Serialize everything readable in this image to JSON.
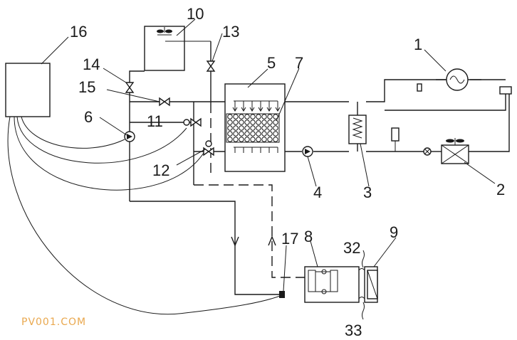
{
  "labels": {
    "l1": "1",
    "l2": "2",
    "l3": "3",
    "l4": "4",
    "l5": "5",
    "l6": "6",
    "l7": "7",
    "l8": "8",
    "l9": "9",
    "l10": "10",
    "l11": "11",
    "l12": "12",
    "l13": "13",
    "l14": "14",
    "l15": "15",
    "l16": "16",
    "l17": "17",
    "l32": "32",
    "l33": "33"
  },
  "watermark": "PV001.COM"
}
